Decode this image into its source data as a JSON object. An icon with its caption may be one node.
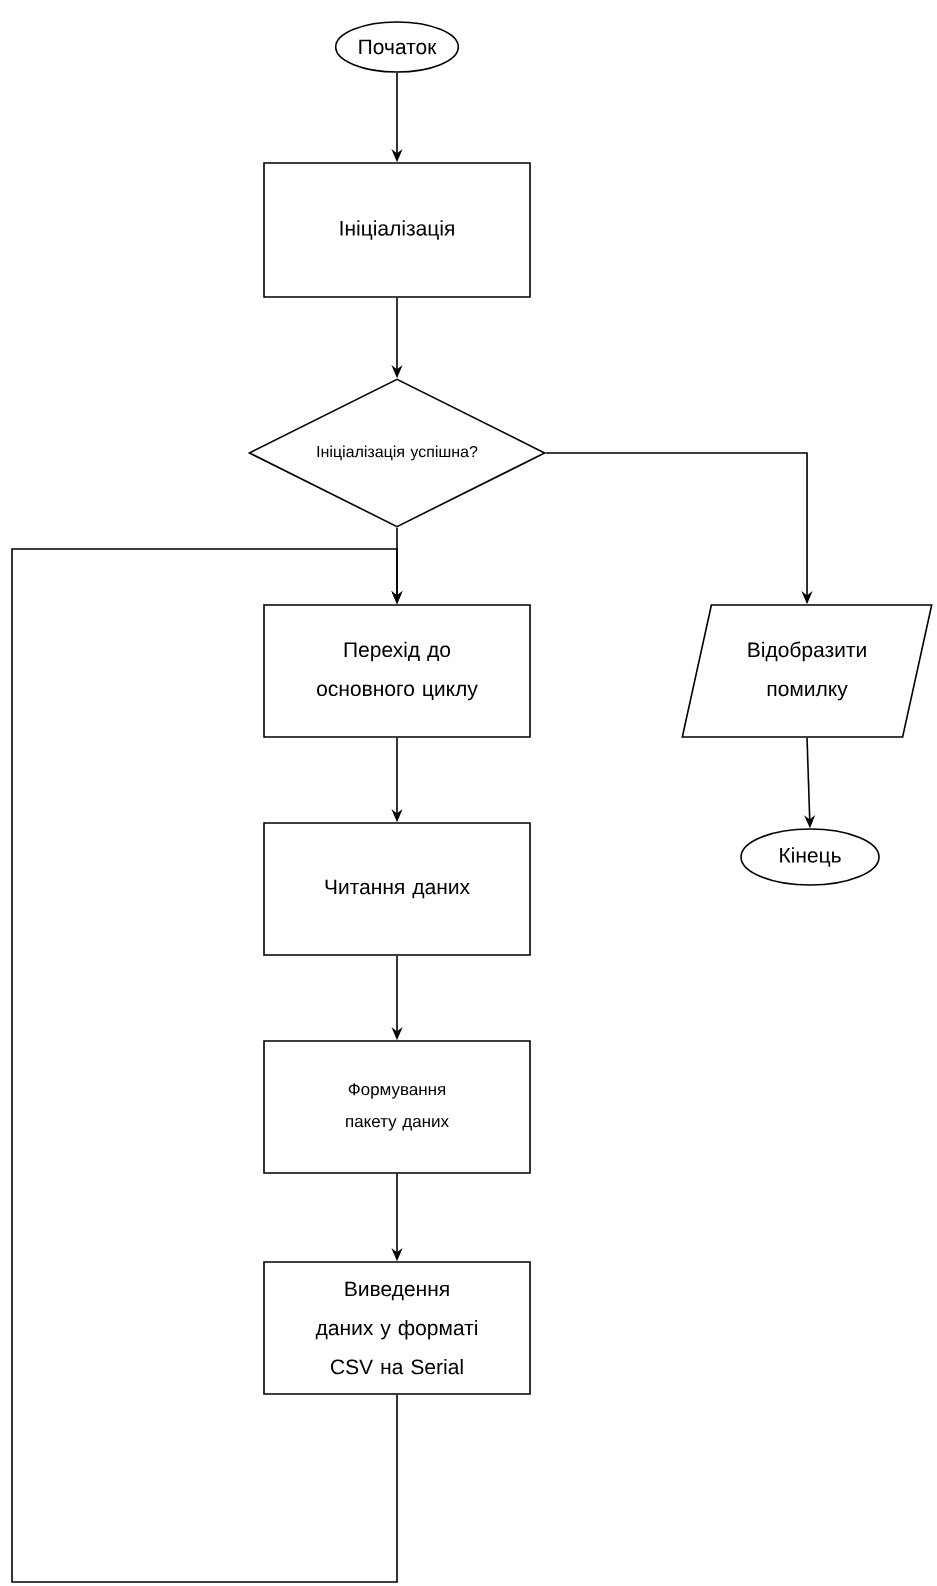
{
  "diagram": {
    "nodes": [
      {
        "text": [
          "Початок"
        ]
      },
      {
        "text": [
          "Ініціалізація"
        ]
      },
      {
        "text": [
          "Ініціалізація успішна?"
        ]
      },
      {
        "text": [
          "Перехід до основного циклу"
        ]
      },
      {
        "text": [
          "Відобразити помилку"
        ]
      },
      {
        "text": [
          "Кінець"
        ]
      },
      {
        "text": [
          "Читання даних"
        ]
      },
      {
        "text": [
          "Формування пакету даних"
        ]
      },
      {
        "text": [
          "Виведення даних у форматі CSV на Serial"
        ]
      }
    ],
    "edges": [
      {
        "from": 0,
        "to": 1,
        "arrow": "to"
      },
      {
        "from": 1,
        "to": 2,
        "arrow": "to"
      },
      {
        "from": 2,
        "to": 3,
        "arrow": "to"
      },
      {
        "from": 2,
        "to": 4,
        "arrow": "to"
      },
      {
        "from": 4,
        "to": 5,
        "arrow": "to"
      },
      {
        "from": 3,
        "to": 6,
        "arrow": "to"
      },
      {
        "from": 6,
        "to": 7,
        "arrow": "to"
      },
      {
        "from": 7,
        "to": 8,
        "arrow": "to"
      },
      {
        "from": 8,
        "to": 3,
        "arrow": "to"
      }
    ]
  }
}
